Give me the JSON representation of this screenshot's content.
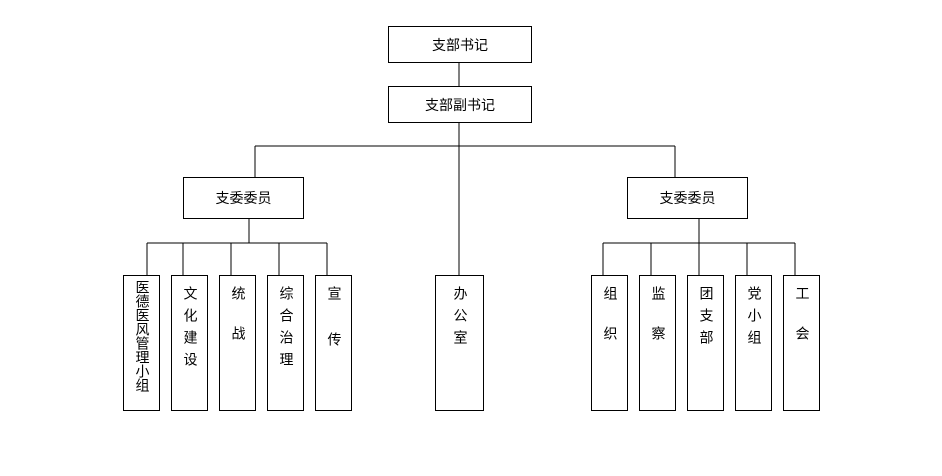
{
  "org": {
    "secretary": "支部书记",
    "deputy": "支部副书记",
    "left_committee": "支委委员",
    "right_committee": "支委委员",
    "office": "办公室",
    "left_units": [
      "医德医风管理小组",
      "文化建设",
      "统战",
      "综合治理",
      "宣传"
    ],
    "right_units": [
      "组织",
      "监察",
      "团支部",
      "党小组",
      "工会"
    ]
  }
}
